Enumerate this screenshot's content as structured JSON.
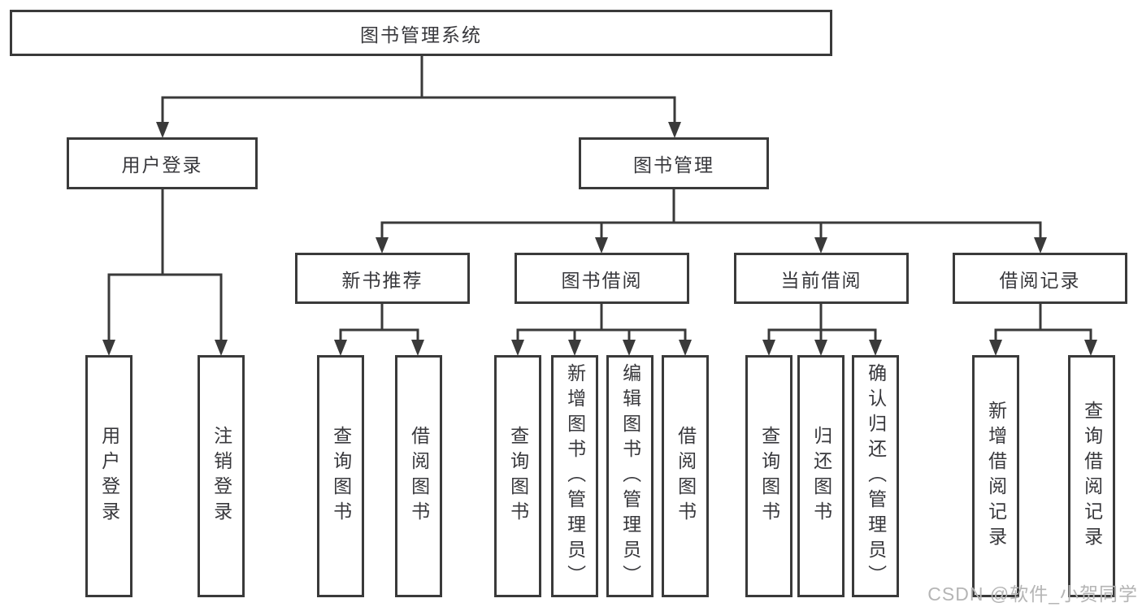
{
  "colors": {
    "line": "#3a3a3a",
    "border": "#3a3a3a",
    "text": "#38383c",
    "watermark": "#b5b5b5",
    "background": "#ffffff"
  },
  "watermark": {
    "text": "CSDN @软件_小贺同学"
  },
  "tree": {
    "root": {
      "label": "图书管理系统"
    },
    "branches": [
      {
        "label": "用户登录",
        "children": [
          {
            "label": "用户登录"
          },
          {
            "label": "注销登录"
          }
        ]
      },
      {
        "label": "图书管理",
        "sections": [
          {
            "label": "新书推荐",
            "children": [
              {
                "label": "查询图书"
              },
              {
                "label": "借阅图书"
              }
            ]
          },
          {
            "label": "图书借阅",
            "children": [
              {
                "label": "查询图书"
              },
              {
                "label": "新增图书（管理员）"
              },
              {
                "label": "编辑图书（管理员）"
              },
              {
                "label": "借阅图书"
              }
            ]
          },
          {
            "label": "当前借阅",
            "children": [
              {
                "label": "查询图书"
              },
              {
                "label": "归还图书"
              },
              {
                "label": "确认归还（管理员）"
              }
            ]
          },
          {
            "label": "借阅记录",
            "children": [
              {
                "label": "新增借阅记录"
              },
              {
                "label": "查询借阅记录"
              }
            ]
          }
        ]
      }
    ]
  }
}
